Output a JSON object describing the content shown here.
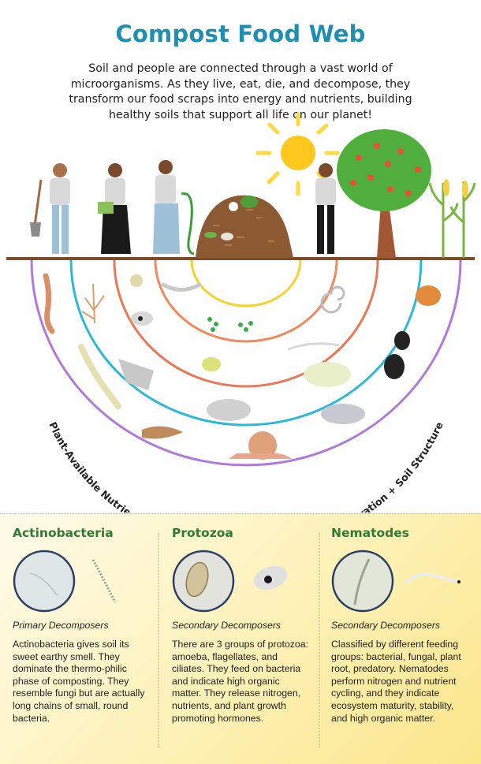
{
  "title": "Compost Food Web",
  "intro": "Soil and people are connected through a vast world of microorganisms. As they live, eat, die, and decompose, they transform our food scraps into energy and nutrients, building healthy soils that support all life on our planet!",
  "arc_label": "Plant-Available Nutrients + Soil Organic Matter + Carbon Sequestration + Soil Structure",
  "ring_colors": [
    "#f6d22e",
    "#ef8a5f",
    "#e77957",
    "#2ab9d6",
    "#b27ad8"
  ],
  "columns": [
    {
      "heading": "Actinobacteria",
      "role": "Primary Decomposers",
      "description": "Actinobacteria gives soil its sweet earthy smell. They dominate the thermo-philic phase of composting. They resemble fungi but are actually long chains of small, round bacteria."
    },
    {
      "heading": "Protozoa",
      "role": "Secondary Decomposers",
      "description": "There are 3 groups of protozoa: amoeba, flagellates, and ciliates. They feed on bacteria and indicate high organic matter. They release nitrogen, nutrients, and plant growth promoting hormones."
    },
    {
      "heading": "Nematodes",
      "role": "Secondary Decomposers",
      "description": "Classified by different feeding groups: bacterial, fungal, plant root, predatory. Nematodes perform nitrogen and nutrient cycling, and they indicate ecosystem maturity, stability, and high organic matter."
    }
  ]
}
